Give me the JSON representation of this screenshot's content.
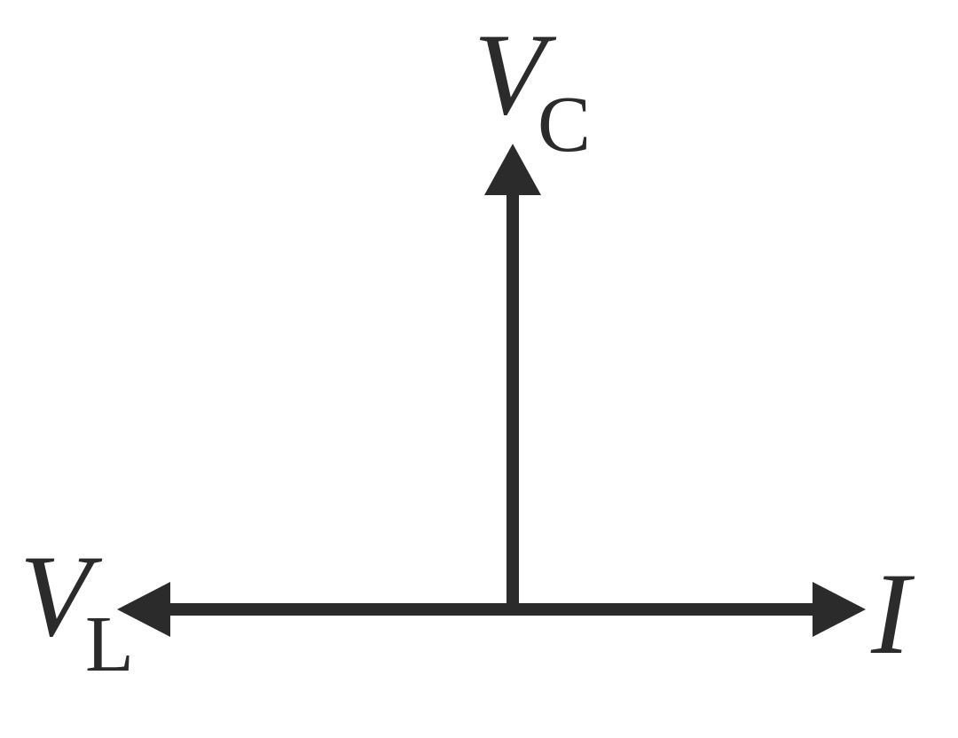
{
  "diagram": {
    "colors": {
      "ink": "#2b2b2b",
      "background": "#ffffff"
    },
    "vectors": [
      {
        "id": "vc",
        "direction": "up",
        "symbol": "V",
        "subscript": "C"
      },
      {
        "id": "vl",
        "direction": "left",
        "symbol": "V",
        "subscript": "L"
      },
      {
        "id": "i",
        "direction": "right",
        "symbol": "I",
        "subscript": ""
      }
    ]
  }
}
